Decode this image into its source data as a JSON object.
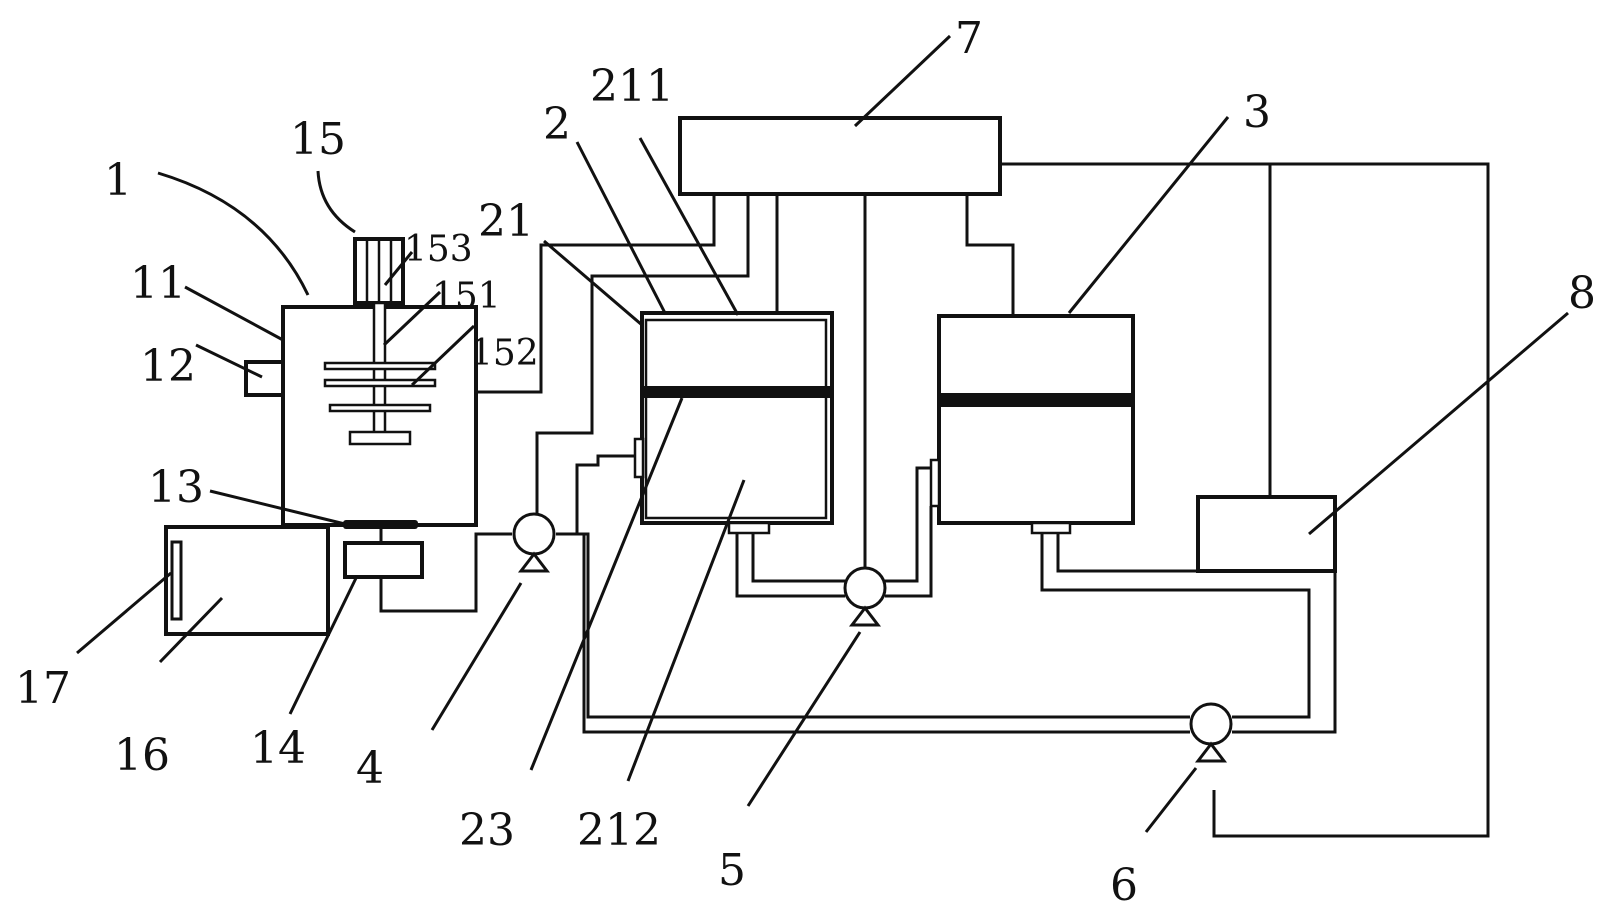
{
  "labels": {
    "l1": "1",
    "l2": "2",
    "l3": "3",
    "l4": "4",
    "l5": "5",
    "l6": "6",
    "l7": "7",
    "l8": "8",
    "l11": "11",
    "l12": "12",
    "l13": "13",
    "l14": "14",
    "l15": "15",
    "l16": "16",
    "l17": "17",
    "l21": "21",
    "l23": "23",
    "l151": "151",
    "l152": "152",
    "l153": "153",
    "l211": "211",
    "l212": "212"
  }
}
